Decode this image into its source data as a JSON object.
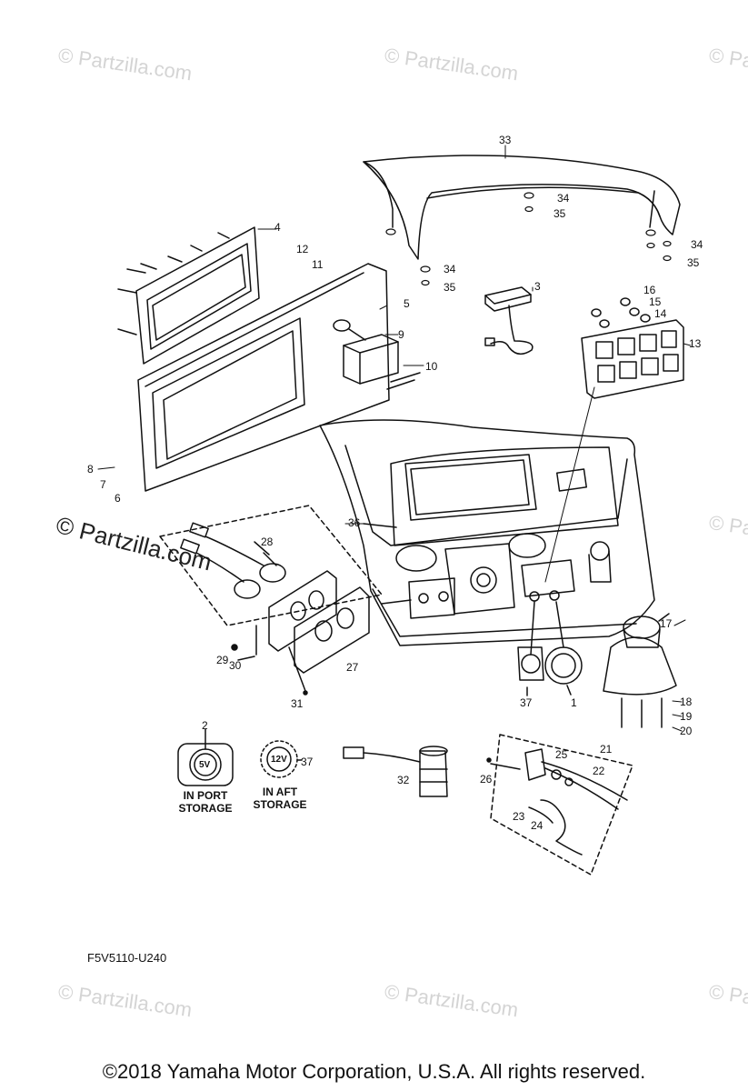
{
  "watermark": "© Partzilla.com",
  "diagram_code": "F5V5110-U240",
  "copyright": "©2018  Yamaha Motor Corporation, U.S.A. All rights reserved.",
  "part_numbers": {
    "p1": "1",
    "p2": "2",
    "p3": "3",
    "p4": "4",
    "p5": "5",
    "p6": "6",
    "p7": "7",
    "p8": "8",
    "p9": "9",
    "p10": "10",
    "p11": "11",
    "p12": "12",
    "p13": "13",
    "p14": "14",
    "p15": "15",
    "p16": "16",
    "p17": "17",
    "p18": "18",
    "p19": "19",
    "p20": "20",
    "p21": "21",
    "p22": "22",
    "p23": "23",
    "p24": "24",
    "p25": "25",
    "p26": "26",
    "p27": "27",
    "p28": "28",
    "p29": "29",
    "p30": "30",
    "p31": "31",
    "p32": "32",
    "p33": "33",
    "p34": "34",
    "p35": "35",
    "p36": "36",
    "p37": "37"
  },
  "captions": {
    "port_line1": "IN PORT",
    "port_line2": "STORAGE",
    "aft_line1": "IN  AFT",
    "aft_line2": "STORAGE"
  },
  "socket_labels": {
    "usb": "5V",
    "twelve_volt": "12V"
  }
}
